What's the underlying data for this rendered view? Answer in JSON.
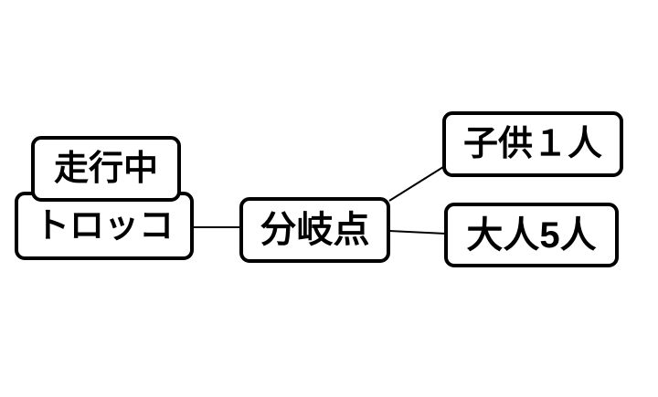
{
  "diagram": {
    "type": "flow-diagram",
    "background_color": "#ffffff",
    "stroke_color": "#000000",
    "nodes": {
      "running": {
        "label": "走行中"
      },
      "trolley": {
        "label": "トロッコ"
      },
      "junction": {
        "label": "分岐点"
      },
      "child": {
        "label": "子供１人"
      },
      "adults": {
        "label": "大人5人"
      }
    },
    "edges": [
      {
        "from": "trolley",
        "to": "junction"
      },
      {
        "from": "junction",
        "to": "child"
      },
      {
        "from": "junction",
        "to": "adults"
      }
    ]
  }
}
